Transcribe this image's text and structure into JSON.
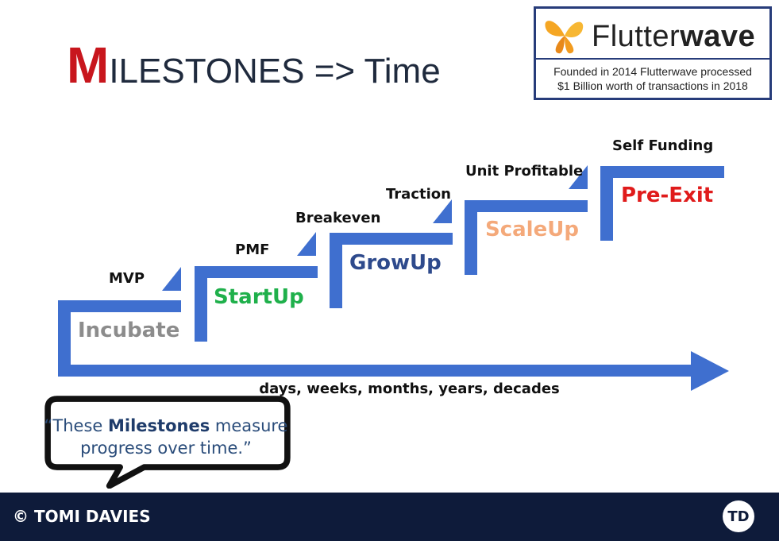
{
  "title": {
    "first_letter": "M",
    "rest": "ILESTONES => Time"
  },
  "logo": {
    "name_light": "Flutter",
    "name_bold": "wave",
    "note_line1": "Founded in 2014 Flutterwave processed",
    "note_line2": "$1 Billion worth of transactions in 2018"
  },
  "milestones": [
    "MVP",
    "PMF",
    "Breakeven",
    "Traction",
    "Unit Profitable",
    "Self Funding"
  ],
  "stages": [
    {
      "label": "Incubate",
      "color": "#8c8c8c"
    },
    {
      "label": "StartUp",
      "color": "#1fb04b"
    },
    {
      "label": "GrowUp",
      "color": "#2e4a8c"
    },
    {
      "label": "ScaleUp",
      "color": "#f4a97a"
    },
    {
      "label": "Pre-Exit",
      "color": "#e01b1b"
    }
  ],
  "axis_label": "days, weeks, months, years, decades",
  "quote": {
    "open": "“These ",
    "bold": "Milestones",
    "rest": " measure progress over time.”"
  },
  "footer": {
    "copyright": "© TOMI DAVIES",
    "badge": "TD"
  },
  "colors": {
    "step_blue": "#3f6fcf",
    "footer_bg": "#0e1b3a",
    "title_red": "#c8161d"
  }
}
